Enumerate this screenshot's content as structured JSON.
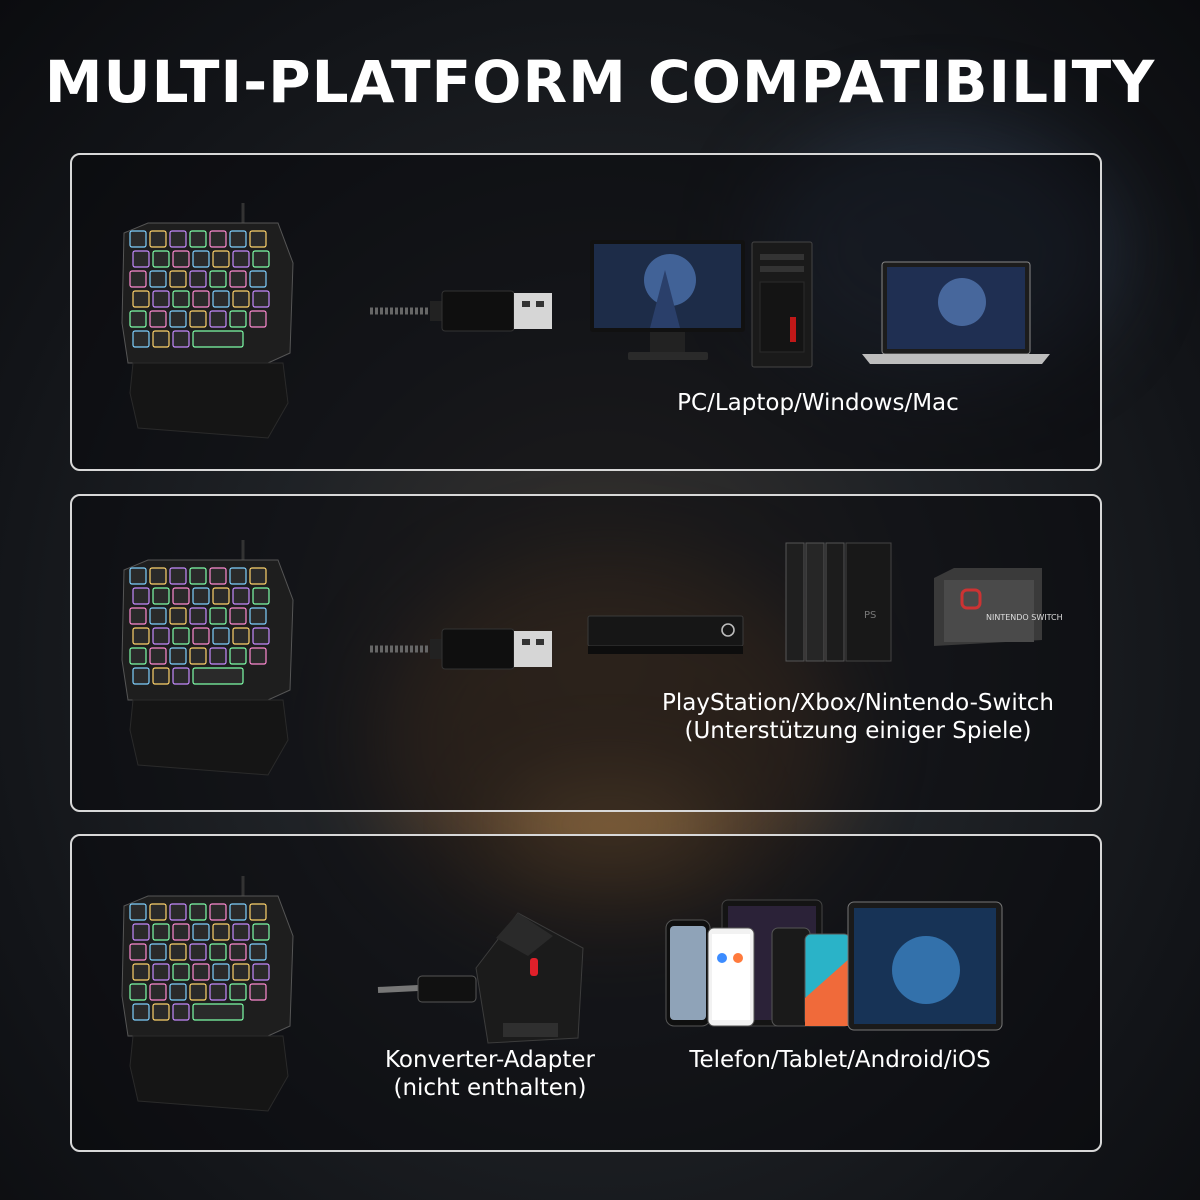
{
  "title": "MULTI-PLATFORM COMPATIBILITY",
  "panels": [
    {
      "name": "pc",
      "caption": "PC/Laptop/Windows/Mac",
      "devices": [
        "keyboard-image",
        "usb-connector-icon",
        "monitor-icon",
        "pc-tower-icon",
        "laptop-icon"
      ]
    },
    {
      "name": "console",
      "caption_line1": "PlayStation/Xbox/Nintendo-Switch",
      "caption_line2": "(Unterstützung einiger Spiele)",
      "switch_logo_text": "NINTENDO SWITCH",
      "devices": [
        "keyboard-image",
        "usb-connector-icon",
        "xbox-console-icon",
        "playstation-console-icon",
        "switch-dock-icon"
      ]
    },
    {
      "name": "mobile",
      "adapter_line1": "Konverter-Adapter",
      "adapter_line2": "(nicht enthalten)",
      "caption": "Telefon/Tablet/Android/iOS",
      "devices": [
        "keyboard-image",
        "converter-adapter-icon",
        "phones-tablets-icon"
      ]
    }
  ],
  "colors": {
    "border": "#d8d8d8",
    "text": "#ffffff",
    "accent_red": "#e0202a",
    "key_glow": [
      "#7fd0ff",
      "#ffd36b",
      "#c58bff",
      "#7effa8",
      "#ff8ad1"
    ]
  }
}
